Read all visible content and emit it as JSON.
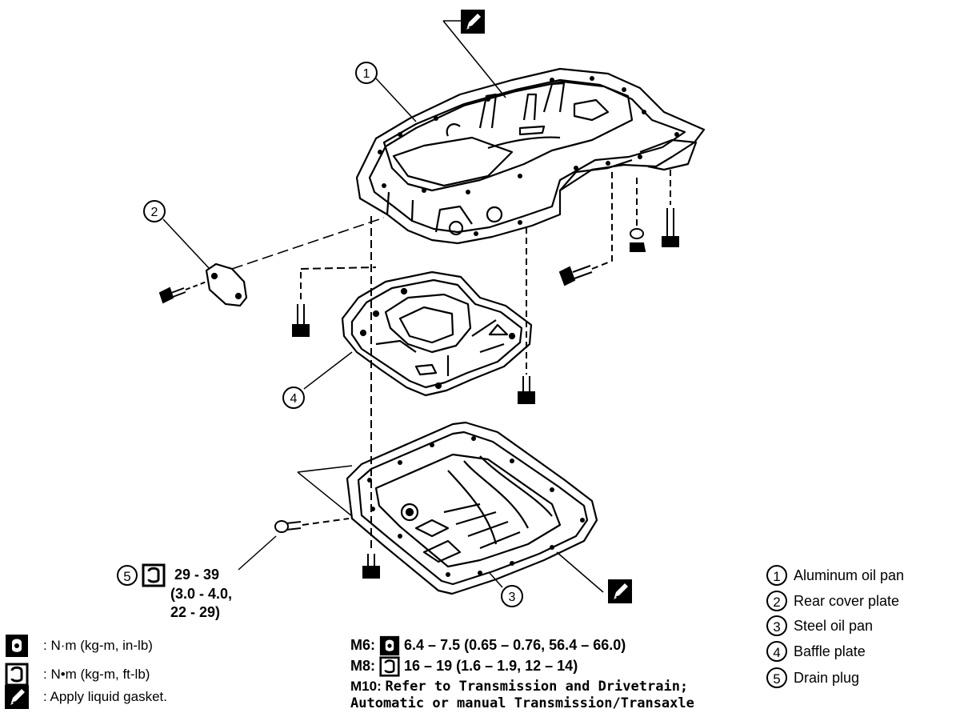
{
  "callouts": [
    {
      "num": "1"
    },
    {
      "num": "2"
    },
    {
      "num": "3"
    },
    {
      "num": "4"
    },
    {
      "num": "5"
    }
  ],
  "legend": [
    {
      "num": "1",
      "label": "Aluminum oil pan"
    },
    {
      "num": "2",
      "label": "Rear cover plate"
    },
    {
      "num": "3",
      "label": "Steel oil pan"
    },
    {
      "num": "4",
      "label": "Baffle plate"
    },
    {
      "num": "5",
      "label": "Drain plug"
    }
  ],
  "drain_plug_torque": {
    "num": "5",
    "line1": "29 - 39",
    "line2": "(3.0 - 4.0,",
    "line3": "22 - 29)"
  },
  "symbols": [
    {
      "icon": "torque-in-lb-icon",
      "text": ": N·m (kg-m, in-lb)"
    },
    {
      "icon": "torque-ft-lb-icon",
      "text": ": N•m (kg-m, ft-lb)"
    },
    {
      "icon": "liquid-gasket-icon",
      "text": ": Apply liquid gasket."
    }
  ],
  "specs": {
    "m6_label": "M6:",
    "m6_value": "6.4 – 7.5 (0.65 – 0.76, 56.4 – 66.0)",
    "m8_label": "M8:",
    "m8_value": "16 – 19 (1.6 – 1.9, 12 – 14)",
    "m10_label": "M10:",
    "m10_line1": "Refer to Transmission and Drivetrain;",
    "m10_line2": "Automatic or manual Transmission/Transaxle"
  }
}
